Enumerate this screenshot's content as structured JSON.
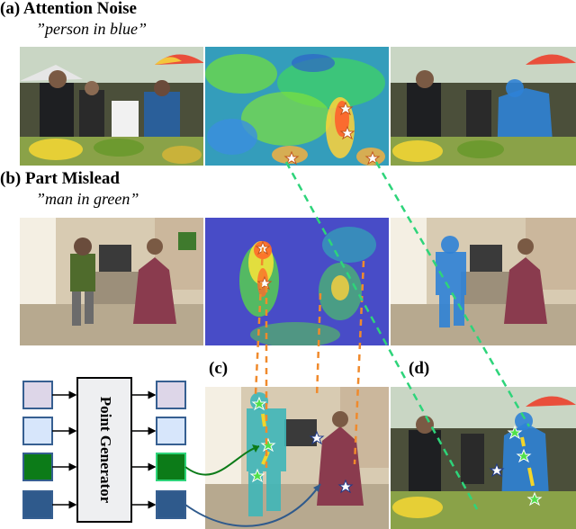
{
  "section_a": {
    "label": "(a) Attention Noise",
    "prompt": "”person in blue”"
  },
  "section_b": {
    "label": "(b) Part Mislead",
    "prompt": "”man in green”"
  },
  "section_c": {
    "label": "(c)"
  },
  "section_d": {
    "label": "(d)"
  },
  "point_generator": {
    "label": "Point Generator"
  },
  "colors": {
    "token_lavender": "#ddd6e8",
    "token_lightblue": "#d7e6fb",
    "token_green": "#0c7b18",
    "token_navy": "#2f5a8c",
    "token_border": "#365f91",
    "generator_fill": "#eeeff1",
    "orange_dashes": "#f08a2c",
    "green_dashes": "#2ed47a",
    "mask_teal": "#3fb6b8",
    "mask_blue": "#2f82d6"
  }
}
